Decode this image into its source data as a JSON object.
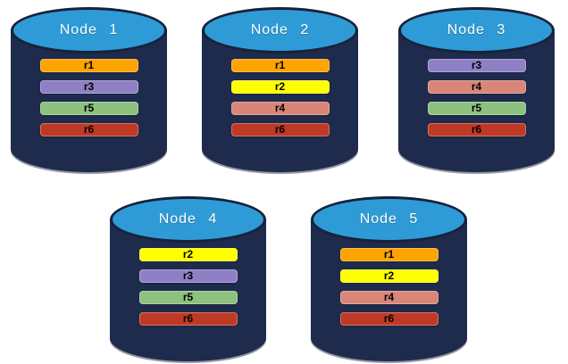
{
  "diagram": {
    "description_colors": {
      "cylinder_body": "#1E2B4D",
      "cylinder_outline": "#16223C",
      "cylinder_top": "#2F9BD6",
      "title_text": "#FFFFFF",
      "bar_text": "#000000",
      "background": "#FFFFFF"
    },
    "replica_colors": {
      "r1": "#FFA300",
      "r2": "#FFFF00",
      "r3": "#8F80C6",
      "r4": "#D98578",
      "r5": "#8CC17E",
      "r6": "#BF3A26"
    }
  },
  "nodes": [
    {
      "title": "Node 1",
      "bars": [
        {
          "label": "r1",
          "color": "#FFA300"
        },
        {
          "label": "r3",
          "color": "#8F80C6"
        },
        {
          "label": "r5",
          "color": "#8CC17E"
        },
        {
          "label": "r6",
          "color": "#BF3A26"
        }
      ]
    },
    {
      "title": "Node 2",
      "bars": [
        {
          "label": "r1",
          "color": "#FFA300"
        },
        {
          "label": "r2",
          "color": "#FFFF00"
        },
        {
          "label": "r4",
          "color": "#D98578"
        },
        {
          "label": "r6",
          "color": "#BF3A26"
        }
      ]
    },
    {
      "title": "Node 3",
      "bars": [
        {
          "label": "r3",
          "color": "#8F80C6"
        },
        {
          "label": "r4",
          "color": "#D98578"
        },
        {
          "label": "r5",
          "color": "#8CC17E"
        },
        {
          "label": "r6",
          "color": "#BF3A26"
        }
      ]
    },
    {
      "title": "Node 4",
      "bars": [
        {
          "label": "r2",
          "color": "#FFFF00"
        },
        {
          "label": "r3",
          "color": "#8F80C6"
        },
        {
          "label": "r5",
          "color": "#8CC17E"
        },
        {
          "label": "r6",
          "color": "#BF3A26"
        }
      ]
    },
    {
      "title": "Node 5",
      "bars": [
        {
          "label": "r1",
          "color": "#FFA300"
        },
        {
          "label": "r2",
          "color": "#FFFF00"
        },
        {
          "label": "r4",
          "color": "#D98578"
        },
        {
          "label": "r6",
          "color": "#BF3A26"
        }
      ]
    }
  ]
}
